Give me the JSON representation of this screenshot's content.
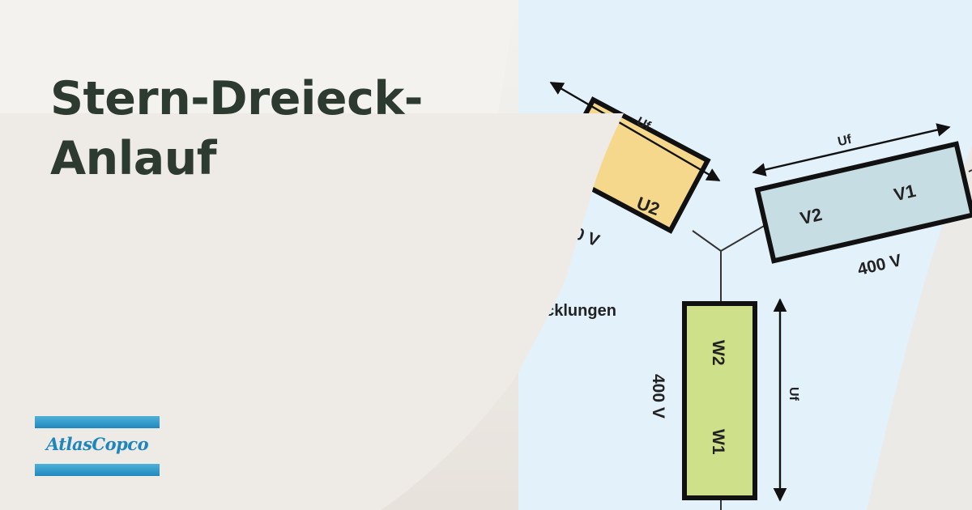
{
  "title": {
    "line1": "Stern-Dreieck-",
    "line2": "Anlauf"
  },
  "logo": {
    "text": "AtlasCopco",
    "color": "#1f86bd"
  },
  "diagram": {
    "winding_label_partial": "wicklungen",
    "windings": [
      {
        "id": "U",
        "terminal": "U2",
        "voltage_partial": "0 V",
        "dimension": "Uf",
        "color": "#f5d88c"
      },
      {
        "id": "V",
        "terminal_left": "V2",
        "terminal_right": "V1",
        "voltage": "400 V",
        "dimension": "Uf",
        "color": "#c6dde3"
      },
      {
        "id": "W",
        "terminal_top": "W2",
        "terminal_bottom": "W1",
        "voltage": "400 V",
        "dimension": "Uf",
        "color": "#cfe08a"
      }
    ],
    "background_color": "#e3f1fb"
  }
}
